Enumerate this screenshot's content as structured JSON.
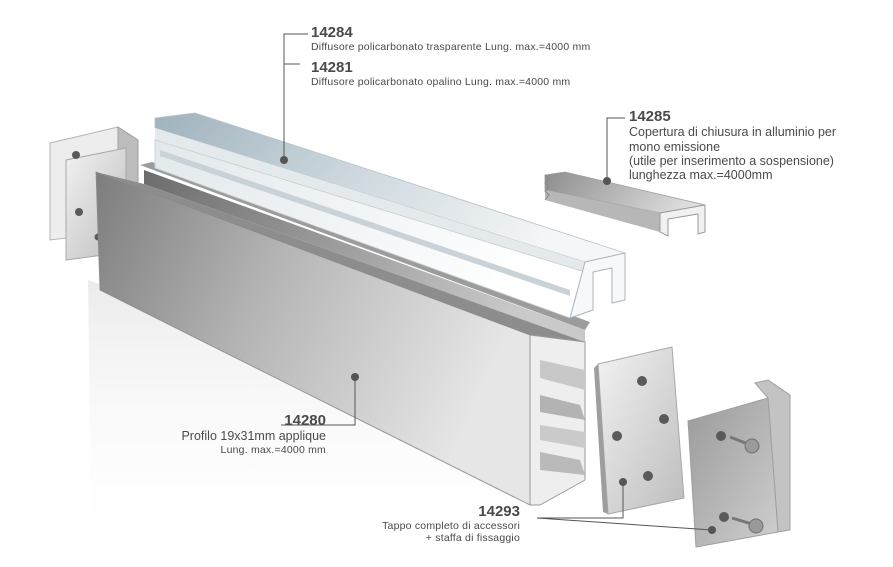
{
  "labels": {
    "p14284": {
      "code": "14284",
      "desc": "Diffusore policarbonato trasparente Lung. max.=4000 mm"
    },
    "p14281": {
      "code": "14281",
      "desc": "Diffusore policarbonato opalino Lung. max.=4000 mm"
    },
    "p14285": {
      "code": "14285",
      "lines": [
        "Copertura di chiusura in alluminio per",
        "mono emissione",
        "(utile per inserimento a sospensione)",
        "lunghezza max.=4000mm"
      ]
    },
    "p14280": {
      "code": "14280",
      "line1": "Profilo 19x31mm applique",
      "line2": "Lung. max.=4000 mm"
    },
    "p14293": {
      "code": "14293",
      "line1": "Tappo completo di accessori",
      "line2": "+ staffa di fissaggio"
    }
  },
  "colors": {
    "leader": "#555555",
    "dot": "#555555",
    "text": "#4a4a4a"
  }
}
